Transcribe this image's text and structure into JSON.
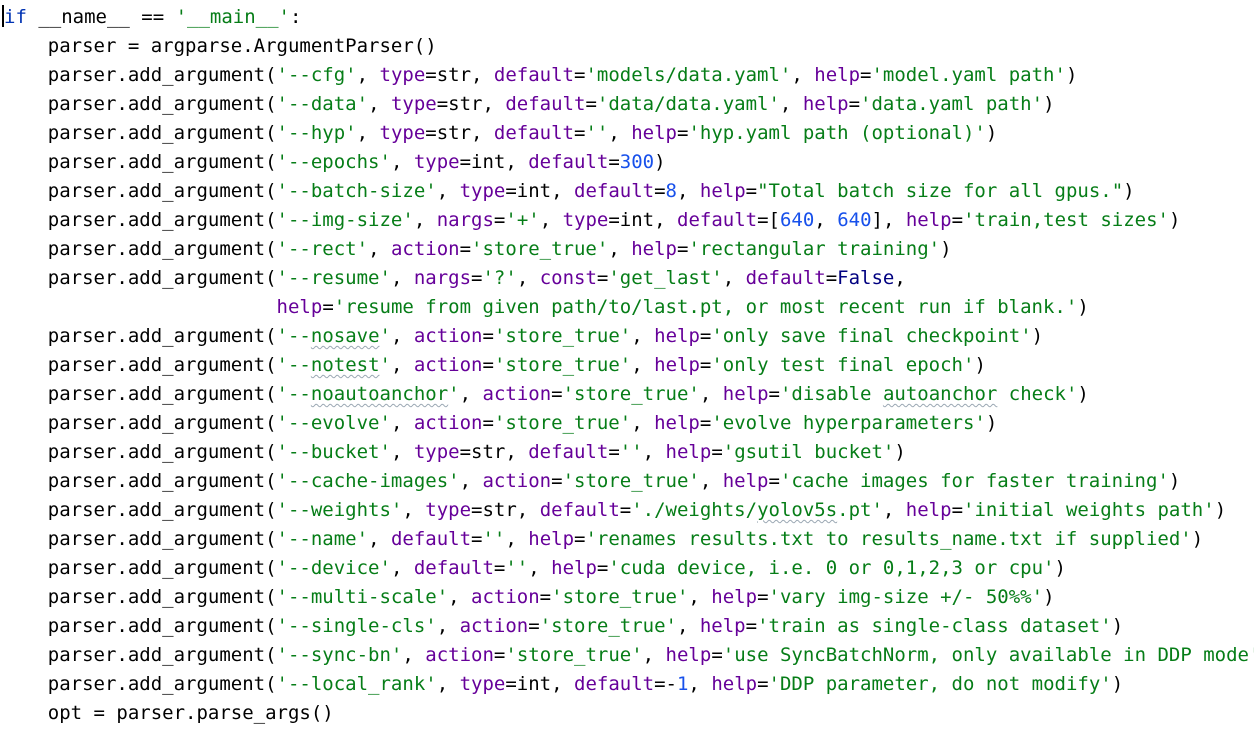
{
  "colors": {
    "background": "#ffffff",
    "plain": "#000000",
    "keyword": "#0033b3",
    "string": "#067d17",
    "kwarg": "#660099",
    "number": "#1750eb",
    "builtin": "#000080",
    "typo_underline": "#9aa7b3"
  },
  "editor": {
    "caret_line": 0,
    "lines": [
      [
        [
          "keyword",
          "if"
        ],
        [
          "plain",
          " __name__ == "
        ],
        [
          "string",
          "'__main__'"
        ],
        [
          "plain",
          ":"
        ]
      ],
      [
        [
          "plain",
          "    parser = argparse.ArgumentParser()"
        ]
      ],
      [
        [
          "plain",
          "    parser.add_argument("
        ],
        [
          "string",
          "'--cfg'"
        ],
        [
          "plain",
          ", "
        ],
        [
          "kwarg",
          "type"
        ],
        [
          "plain",
          "=str, "
        ],
        [
          "kwarg",
          "default"
        ],
        [
          "plain",
          "="
        ],
        [
          "string",
          "'models/data.yaml'"
        ],
        [
          "plain",
          ", "
        ],
        [
          "kwarg",
          "help"
        ],
        [
          "plain",
          "="
        ],
        [
          "string",
          "'model.yaml path'"
        ],
        [
          "plain",
          ")"
        ]
      ],
      [
        [
          "plain",
          "    parser.add_argument("
        ],
        [
          "string",
          "'--data'"
        ],
        [
          "plain",
          ", "
        ],
        [
          "kwarg",
          "type"
        ],
        [
          "plain",
          "=str, "
        ],
        [
          "kwarg",
          "default"
        ],
        [
          "plain",
          "="
        ],
        [
          "string",
          "'data/data.yaml'"
        ],
        [
          "plain",
          ", "
        ],
        [
          "kwarg",
          "help"
        ],
        [
          "plain",
          "="
        ],
        [
          "string",
          "'data.yaml path'"
        ],
        [
          "plain",
          ")"
        ]
      ],
      [
        [
          "plain",
          "    parser.add_argument("
        ],
        [
          "string",
          "'--hyp'"
        ],
        [
          "plain",
          ", "
        ],
        [
          "kwarg",
          "type"
        ],
        [
          "plain",
          "=str, "
        ],
        [
          "kwarg",
          "default"
        ],
        [
          "plain",
          "="
        ],
        [
          "string",
          "''"
        ],
        [
          "plain",
          ", "
        ],
        [
          "kwarg",
          "help"
        ],
        [
          "plain",
          "="
        ],
        [
          "string",
          "'hyp.yaml path (optional)'"
        ],
        [
          "plain",
          ")"
        ]
      ],
      [
        [
          "plain",
          "    parser.add_argument("
        ],
        [
          "string",
          "'--epochs'"
        ],
        [
          "plain",
          ", "
        ],
        [
          "kwarg",
          "type"
        ],
        [
          "plain",
          "=int, "
        ],
        [
          "kwarg",
          "default"
        ],
        [
          "plain",
          "="
        ],
        [
          "number",
          "300"
        ],
        [
          "plain",
          ")"
        ]
      ],
      [
        [
          "plain",
          "    parser.add_argument("
        ],
        [
          "string",
          "'--batch-size'"
        ],
        [
          "plain",
          ", "
        ],
        [
          "kwarg",
          "type"
        ],
        [
          "plain",
          "=int, "
        ],
        [
          "kwarg",
          "default"
        ],
        [
          "plain",
          "="
        ],
        [
          "number",
          "8"
        ],
        [
          "plain",
          ", "
        ],
        [
          "kwarg",
          "help"
        ],
        [
          "plain",
          "="
        ],
        [
          "string",
          "\"Total batch size for all gpus.\""
        ],
        [
          "plain",
          ")"
        ]
      ],
      [
        [
          "plain",
          "    parser.add_argument("
        ],
        [
          "string",
          "'--img-size'"
        ],
        [
          "plain",
          ", "
        ],
        [
          "kwarg",
          "nargs"
        ],
        [
          "plain",
          "="
        ],
        [
          "string",
          "'+'"
        ],
        [
          "plain",
          ", "
        ],
        [
          "kwarg",
          "type"
        ],
        [
          "plain",
          "=int, "
        ],
        [
          "kwarg",
          "default"
        ],
        [
          "plain",
          "=["
        ],
        [
          "number",
          "640"
        ],
        [
          "plain",
          ", "
        ],
        [
          "number",
          "640"
        ],
        [
          "plain",
          "], "
        ],
        [
          "kwarg",
          "help"
        ],
        [
          "plain",
          "="
        ],
        [
          "string",
          "'train,test sizes'"
        ],
        [
          "plain",
          ")"
        ]
      ],
      [
        [
          "plain",
          "    parser.add_argument("
        ],
        [
          "string",
          "'--rect'"
        ],
        [
          "plain",
          ", "
        ],
        [
          "kwarg",
          "action"
        ],
        [
          "plain",
          "="
        ],
        [
          "string",
          "'store_true'"
        ],
        [
          "plain",
          ", "
        ],
        [
          "kwarg",
          "help"
        ],
        [
          "plain",
          "="
        ],
        [
          "string",
          "'rectangular training'"
        ],
        [
          "plain",
          ")"
        ]
      ],
      [
        [
          "plain",
          "    parser.add_argument("
        ],
        [
          "string",
          "'--resume'"
        ],
        [
          "plain",
          ", "
        ],
        [
          "kwarg",
          "nargs"
        ],
        [
          "plain",
          "="
        ],
        [
          "string",
          "'?'"
        ],
        [
          "plain",
          ", "
        ],
        [
          "kwarg",
          "const"
        ],
        [
          "plain",
          "="
        ],
        [
          "string",
          "'get_last'"
        ],
        [
          "plain",
          ", "
        ],
        [
          "kwarg",
          "default"
        ],
        [
          "plain",
          "="
        ],
        [
          "builtin",
          "False"
        ],
        [
          "plain",
          ","
        ]
      ],
      [
        [
          "plain",
          "                        "
        ],
        [
          "kwarg",
          "help"
        ],
        [
          "plain",
          "="
        ],
        [
          "string",
          "'resume from given path/to/last.pt, or most recent run if blank.'"
        ],
        [
          "plain",
          ")"
        ]
      ],
      [
        [
          "plain",
          "    parser.add_argument("
        ],
        [
          "string",
          "'--"
        ],
        [
          "stringtypo",
          "nosave"
        ],
        [
          "string",
          "'"
        ],
        [
          "plain",
          ", "
        ],
        [
          "kwarg",
          "action"
        ],
        [
          "plain",
          "="
        ],
        [
          "string",
          "'store_true'"
        ],
        [
          "plain",
          ", "
        ],
        [
          "kwarg",
          "help"
        ],
        [
          "plain",
          "="
        ],
        [
          "string",
          "'only save final checkpoint'"
        ],
        [
          "plain",
          ")"
        ]
      ],
      [
        [
          "plain",
          "    parser.add_argument("
        ],
        [
          "string",
          "'--"
        ],
        [
          "stringtypo",
          "notest"
        ],
        [
          "string",
          "'"
        ],
        [
          "plain",
          ", "
        ],
        [
          "kwarg",
          "action"
        ],
        [
          "plain",
          "="
        ],
        [
          "string",
          "'store_true'"
        ],
        [
          "plain",
          ", "
        ],
        [
          "kwarg",
          "help"
        ],
        [
          "plain",
          "="
        ],
        [
          "string",
          "'only test final epoch'"
        ],
        [
          "plain",
          ")"
        ]
      ],
      [
        [
          "plain",
          "    parser.add_argument("
        ],
        [
          "string",
          "'--"
        ],
        [
          "stringtypo",
          "noautoanchor"
        ],
        [
          "string",
          "'"
        ],
        [
          "plain",
          ", "
        ],
        [
          "kwarg",
          "action"
        ],
        [
          "plain",
          "="
        ],
        [
          "string",
          "'store_true'"
        ],
        [
          "plain",
          ", "
        ],
        [
          "kwarg",
          "help"
        ],
        [
          "plain",
          "="
        ],
        [
          "string",
          "'disable "
        ],
        [
          "stringtypo",
          "autoanchor"
        ],
        [
          "string",
          " check'"
        ],
        [
          "plain",
          ")"
        ]
      ],
      [
        [
          "plain",
          "    parser.add_argument("
        ],
        [
          "string",
          "'--evolve'"
        ],
        [
          "plain",
          ", "
        ],
        [
          "kwarg",
          "action"
        ],
        [
          "plain",
          "="
        ],
        [
          "string",
          "'store_true'"
        ],
        [
          "plain",
          ", "
        ],
        [
          "kwarg",
          "help"
        ],
        [
          "plain",
          "="
        ],
        [
          "string",
          "'evolve hyperparameters'"
        ],
        [
          "plain",
          ")"
        ]
      ],
      [
        [
          "plain",
          "    parser.add_argument("
        ],
        [
          "string",
          "'--bucket'"
        ],
        [
          "plain",
          ", "
        ],
        [
          "kwarg",
          "type"
        ],
        [
          "plain",
          "=str, "
        ],
        [
          "kwarg",
          "default"
        ],
        [
          "plain",
          "="
        ],
        [
          "string",
          "''"
        ],
        [
          "plain",
          ", "
        ],
        [
          "kwarg",
          "help"
        ],
        [
          "plain",
          "="
        ],
        [
          "string",
          "'gsutil bucket'"
        ],
        [
          "plain",
          ")"
        ]
      ],
      [
        [
          "plain",
          "    parser.add_argument("
        ],
        [
          "string",
          "'--cache-images'"
        ],
        [
          "plain",
          ", "
        ],
        [
          "kwarg",
          "action"
        ],
        [
          "plain",
          "="
        ],
        [
          "string",
          "'store_true'"
        ],
        [
          "plain",
          ", "
        ],
        [
          "kwarg",
          "help"
        ],
        [
          "plain",
          "="
        ],
        [
          "string",
          "'cache images for faster training'"
        ],
        [
          "plain",
          ")"
        ]
      ],
      [
        [
          "plain",
          "    parser.add_argument("
        ],
        [
          "string",
          "'--weights'"
        ],
        [
          "plain",
          ", "
        ],
        [
          "kwarg",
          "type"
        ],
        [
          "plain",
          "=str, "
        ],
        [
          "kwarg",
          "default"
        ],
        [
          "plain",
          "="
        ],
        [
          "string",
          "'./weights/"
        ],
        [
          "stringtypo",
          "yolov5s"
        ],
        [
          "string",
          ".pt'"
        ],
        [
          "plain",
          ", "
        ],
        [
          "kwarg",
          "help"
        ],
        [
          "plain",
          "="
        ],
        [
          "string",
          "'initial weights path'"
        ],
        [
          "plain",
          ")"
        ]
      ],
      [
        [
          "plain",
          "    parser.add_argument("
        ],
        [
          "string",
          "'--name'"
        ],
        [
          "plain",
          ", "
        ],
        [
          "kwarg",
          "default"
        ],
        [
          "plain",
          "="
        ],
        [
          "string",
          "''"
        ],
        [
          "plain",
          ", "
        ],
        [
          "kwarg",
          "help"
        ],
        [
          "plain",
          "="
        ],
        [
          "string",
          "'renames results.txt to results_name.txt if supplied'"
        ],
        [
          "plain",
          ")"
        ]
      ],
      [
        [
          "plain",
          "    parser.add_argument("
        ],
        [
          "string",
          "'--device'"
        ],
        [
          "plain",
          ", "
        ],
        [
          "kwarg",
          "default"
        ],
        [
          "plain",
          "="
        ],
        [
          "string",
          "''"
        ],
        [
          "plain",
          ", "
        ],
        [
          "kwarg",
          "help"
        ],
        [
          "plain",
          "="
        ],
        [
          "string",
          "'cuda device, i.e. 0 or 0,1,2,3 or cpu'"
        ],
        [
          "plain",
          ")"
        ]
      ],
      [
        [
          "plain",
          "    parser.add_argument("
        ],
        [
          "string",
          "'--multi-scale'"
        ],
        [
          "plain",
          ", "
        ],
        [
          "kwarg",
          "action"
        ],
        [
          "plain",
          "="
        ],
        [
          "string",
          "'store_true'"
        ],
        [
          "plain",
          ", "
        ],
        [
          "kwarg",
          "help"
        ],
        [
          "plain",
          "="
        ],
        [
          "string",
          "'vary img-size +/- 50%%'"
        ],
        [
          "plain",
          ")"
        ]
      ],
      [
        [
          "plain",
          "    parser.add_argument("
        ],
        [
          "string",
          "'--single-cls'"
        ],
        [
          "plain",
          ", "
        ],
        [
          "kwarg",
          "action"
        ],
        [
          "plain",
          "="
        ],
        [
          "string",
          "'store_true'"
        ],
        [
          "plain",
          ", "
        ],
        [
          "kwarg",
          "help"
        ],
        [
          "plain",
          "="
        ],
        [
          "string",
          "'train as single-class dataset'"
        ],
        [
          "plain",
          ")"
        ]
      ],
      [
        [
          "plain",
          "    parser.add_argument("
        ],
        [
          "string",
          "'--sync-bn'"
        ],
        [
          "plain",
          ", "
        ],
        [
          "kwarg",
          "action"
        ],
        [
          "plain",
          "="
        ],
        [
          "string",
          "'store_true'"
        ],
        [
          "plain",
          ", "
        ],
        [
          "kwarg",
          "help"
        ],
        [
          "plain",
          "="
        ],
        [
          "string",
          "'use SyncBatchNorm, only available in DDP mode'"
        ],
        [
          "plain",
          ")"
        ]
      ],
      [
        [
          "plain",
          "    parser.add_argument("
        ],
        [
          "string",
          "'--local_rank'"
        ],
        [
          "plain",
          ", "
        ],
        [
          "kwarg",
          "type"
        ],
        [
          "plain",
          "=int, "
        ],
        [
          "kwarg",
          "default"
        ],
        [
          "plain",
          "=-"
        ],
        [
          "number",
          "1"
        ],
        [
          "plain",
          ", "
        ],
        [
          "kwarg",
          "help"
        ],
        [
          "plain",
          "="
        ],
        [
          "string",
          "'DDP parameter, do not modify'"
        ],
        [
          "plain",
          ")"
        ]
      ],
      [
        [
          "plain",
          "    opt = parser.parse_args()"
        ]
      ]
    ]
  }
}
